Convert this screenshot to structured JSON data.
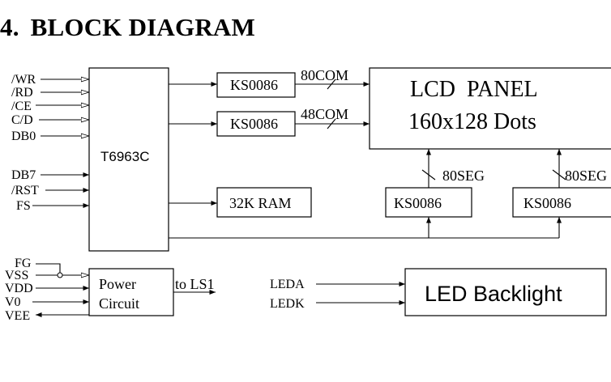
{
  "section": {
    "number": "4.",
    "title": "BLOCK DIAGRAM"
  },
  "diagram": {
    "controller": "T6963C",
    "left_pins": [
      "/WR",
      "/RD",
      "/CE",
      "C/D",
      "DB0",
      "DB7",
      "/RST",
      "FS"
    ],
    "com_drivers": [
      {
        "label": "KS0086",
        "bus": "80COM"
      },
      {
        "label": "KS0086",
        "bus": "48COM"
      }
    ],
    "panel": {
      "line1": "LCD  PANEL",
      "line2": "160x128 Dots"
    },
    "ram": "32K RAM",
    "seg_drivers": [
      {
        "label": "KS0086",
        "bus": "80SEG"
      },
      {
        "label": "KS0086",
        "bus": "80SEG"
      }
    ],
    "power": {
      "pins": [
        "FG",
        "VSS",
        "VDD",
        "V0",
        "VEE"
      ],
      "line1": "Power",
      "line2": "Circuit",
      "output": "to LS1"
    },
    "backlight": {
      "pins": [
        "LEDA",
        "LEDK"
      ],
      "label": "LED Backlight"
    }
  }
}
